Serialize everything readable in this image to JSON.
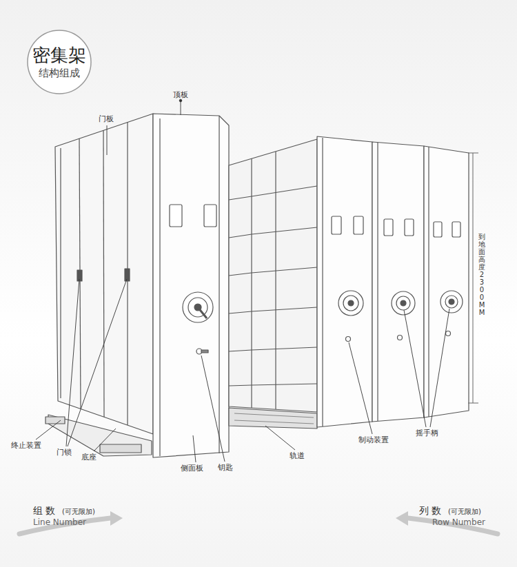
{
  "diagram": {
    "nodes": [
      {
        "text": [
          "密集架",
          "结构组成"
        ]
      }
    ],
    "labels": [
      "顶板",
      "门板",
      "终止装置",
      "门锁",
      "底座",
      "侧面板",
      "钥匙",
      "轨道",
      "制动装置",
      "摇手柄",
      "到地面高度2300MM",
      "组 数",
      "(可无限加)",
      "Line Number",
      "列 数",
      "(可无限加)",
      "Row Number"
    ]
  }
}
